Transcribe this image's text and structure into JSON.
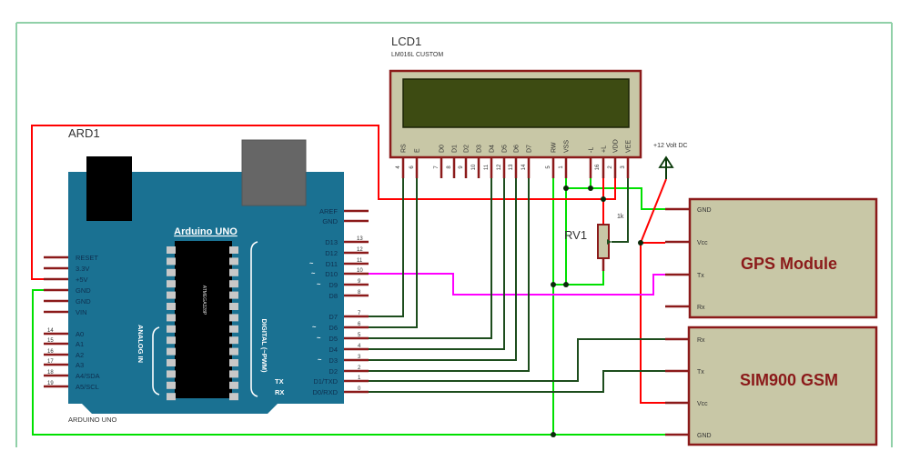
{
  "diagram": {
    "colors": {
      "power": "#ff0000",
      "ground": "#00e000",
      "data": "#1d4d1d",
      "serial_gps": "#ff00ff",
      "pin": "#8b1a1a",
      "board": "#1a7192",
      "module_fill": "#c8c7a6",
      "lcd_screen": "#3d4b12",
      "border": "#90d0a8"
    },
    "lcd": {
      "ref": "LCD1",
      "part": "LM016L CUSTOM",
      "pins": [
        {
          "label": "RS",
          "num": "4"
        },
        {
          "label": "E",
          "num": "6"
        },
        {
          "label": "D0",
          "num": "7"
        },
        {
          "label": "D1",
          "num": "8"
        },
        {
          "label": "D2",
          "num": "9"
        },
        {
          "label": "D3",
          "num": "10"
        },
        {
          "label": "D4",
          "num": "11"
        },
        {
          "label": "D5",
          "num": "12"
        },
        {
          "label": "D6",
          "num": "13"
        },
        {
          "label": "D7",
          "num": "14"
        },
        {
          "label": "RW",
          "num": "5"
        },
        {
          "label": "VSS",
          "num": "1"
        },
        {
          "label": "-L",
          "num": ""
        },
        {
          "label": "+L",
          "num": "16"
        },
        {
          "label": "VDD",
          "num": "2"
        },
        {
          "label": "VEE",
          "num": "3"
        }
      ]
    },
    "arduino": {
      "ref": "ARD1",
      "title": "Arduino UNO",
      "footer": "ARDUINO UNO",
      "chip": "ATMEGA328P",
      "analog_label": "ANALOG IN",
      "digital_label": "DIGITAL (~PWM)",
      "tx": "TX",
      "rx": "RX",
      "pwm_marker": "~",
      "left_pins": [
        {
          "label": "RESET"
        },
        {
          "label": "3.3V"
        },
        {
          "label": "+5V"
        },
        {
          "label": "GND"
        },
        {
          "label": "GND"
        },
        {
          "label": "VIN"
        },
        {
          "label": "A0",
          "num": "14"
        },
        {
          "label": "A1",
          "num": "15"
        },
        {
          "label": "A2",
          "num": "16"
        },
        {
          "label": "A3",
          "num": "17"
        },
        {
          "label": "A4/SDA",
          "num": "18"
        },
        {
          "label": "A5/SCL",
          "num": "19"
        }
      ],
      "right_pins": [
        {
          "label": "AREF"
        },
        {
          "label": "GND"
        },
        {
          "label": "D13",
          "num": "13"
        },
        {
          "label": "D12",
          "num": "12"
        },
        {
          "label": "D11",
          "num": "11",
          "pwm": true
        },
        {
          "label": "D10",
          "num": "10",
          "pwm": true
        },
        {
          "label": "D9",
          "num": "9",
          "pwm": true
        },
        {
          "label": "D8",
          "num": "8"
        },
        {
          "label": "D7",
          "num": "7"
        },
        {
          "label": "D6",
          "num": "6",
          "pwm": true
        },
        {
          "label": "D5",
          "num": "5",
          "pwm": true
        },
        {
          "label": "D4",
          "num": "4"
        },
        {
          "label": "D3",
          "num": "3",
          "pwm": true
        },
        {
          "label": "D2",
          "num": "2"
        },
        {
          "label": "D1/TXD",
          "num": "1"
        },
        {
          "label": "D0/RXD",
          "num": "0"
        }
      ]
    },
    "rv1": {
      "ref": "RV1",
      "value": "1k"
    },
    "power": {
      "label": "+12 Volt DC"
    },
    "gps": {
      "title": "GPS Module",
      "pins": [
        "GND",
        "Vcc",
        "Tx",
        "Rx"
      ]
    },
    "gsm": {
      "title": "SIM900 GSM",
      "pins": [
        "Rx",
        "Tx",
        "Vcc",
        "GND"
      ]
    }
  }
}
